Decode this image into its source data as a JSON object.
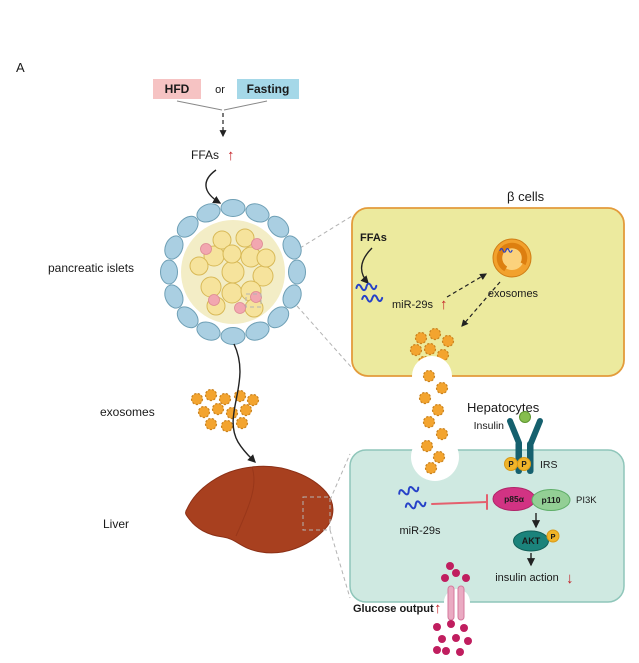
{
  "figure": {
    "panel_label": "A",
    "stimulus": {
      "hfd": "HFD",
      "or": "or",
      "fasting": "Fasting"
    },
    "ffas": "FFAs",
    "up_arrow": "↑",
    "down_arrow": "↓",
    "pancreatic_islets_label": "pancreatic islets",
    "exosomes_label": "exosomes",
    "liver_label": "Liver",
    "beta_cells": {
      "title": "β cells",
      "ffas": "FFAs",
      "mir29s": "miR-29s",
      "exosomes": "exosomes"
    },
    "hepatocytes": {
      "title": "Hepatocytes",
      "insulin": "Insulin",
      "phospho": "P",
      "irs": "IRS",
      "p85a": "p85α",
      "p110": "p110",
      "pi3k": "PI3K",
      "mir29s": "miR-29s",
      "akt": "AKT",
      "insulin_action": "insulin action",
      "glucose_output": "Glucose output"
    },
    "colors": {
      "hfd_bg": "#f6c3c3",
      "fasting_bg": "#a5d8e8",
      "red_accent": "#c42127",
      "beta_box_fill": "#ecea9e",
      "beta_box_border": "#e39b3b",
      "hepatocyte_fill": "#cfe9e1",
      "hepatocyte_border": "#8fc6ba",
      "exosome_orange": "#f3a42f",
      "liver_brown": "#a8401f",
      "mirna_blue": "#2742c8",
      "p85_pink": "#d23383",
      "p110_green": "#93cf95",
      "akt_teal": "#1b837b",
      "phospho_yellow": "#f0b429",
      "receptor_teal": "#15606e",
      "insulin_ball_green": "#86bd4e",
      "channel_pink": "#eaaac2",
      "glucose_dot": "#c01e5f"
    }
  }
}
